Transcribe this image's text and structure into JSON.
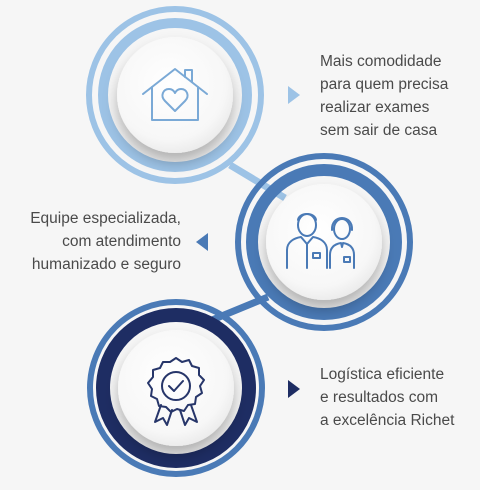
{
  "features": [
    {
      "icon": "home-heart-icon",
      "lines": [
        "Mais comodidade",
        "para quem precisa",
        "realizar exames",
        "sem sair de casa"
      ]
    },
    {
      "icon": "medical-team-icon",
      "lines": [
        "Equipe especializada,",
        "com atendimento",
        "humanizado e seguro"
      ]
    },
    {
      "icon": "quality-badge-icon",
      "lines": [
        "Logística eficiente",
        "e resultados com",
        "a excelência Richet"
      ]
    }
  ],
  "colors": {
    "background": "#f6f6f6",
    "light_blue": "#9dc3e6",
    "mid_blue": "#4a7ab6",
    "dark_navy": "#1e2d63",
    "icon_stroke_light": "#7aa9d6",
    "icon_stroke_mid": "#4a7ab6",
    "icon_stroke_dark": "#27366a",
    "text": "#4a4a4a"
  }
}
